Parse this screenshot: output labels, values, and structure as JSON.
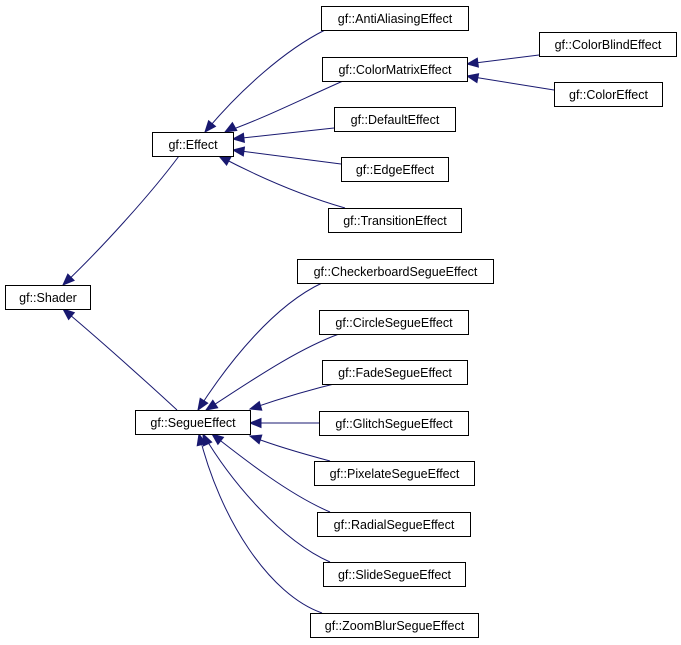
{
  "diagram": {
    "type": "class-inheritance-graph",
    "colors": {
      "edge": "#191970",
      "node_border": "#000000",
      "node_fill": "#ffffff",
      "text": "#000000"
    },
    "nodes": [
      {
        "id": "shader",
        "label": "gf::Shader"
      },
      {
        "id": "effect",
        "label": "gf::Effect"
      },
      {
        "id": "segue",
        "label": "gf::SegueEffect"
      },
      {
        "id": "antialias",
        "label": "gf::AntiAliasingEffect"
      },
      {
        "id": "colormatrix",
        "label": "gf::ColorMatrixEffect"
      },
      {
        "id": "default",
        "label": "gf::DefaultEffect"
      },
      {
        "id": "edge",
        "label": "gf::EdgeEffect"
      },
      {
        "id": "transition",
        "label": "gf::TransitionEffect"
      },
      {
        "id": "colorblind",
        "label": "gf::ColorBlindEffect"
      },
      {
        "id": "color",
        "label": "gf::ColorEffect"
      },
      {
        "id": "checkerboard",
        "label": "gf::CheckerboardSegueEffect"
      },
      {
        "id": "circle",
        "label": "gf::CircleSegueEffect"
      },
      {
        "id": "fade",
        "label": "gf::FadeSegueEffect"
      },
      {
        "id": "glitch",
        "label": "gf::GlitchSegueEffect"
      },
      {
        "id": "pixelate",
        "label": "gf::PixelateSegueEffect"
      },
      {
        "id": "radial",
        "label": "gf::RadialSegueEffect"
      },
      {
        "id": "slide",
        "label": "gf::SlideSegueEffect"
      },
      {
        "id": "zoomblur",
        "label": "gf::ZoomBlurSegueEffect"
      }
    ],
    "edges": [
      {
        "from": "effect",
        "to": "shader"
      },
      {
        "from": "segue",
        "to": "shader"
      },
      {
        "from": "antialias",
        "to": "effect"
      },
      {
        "from": "colormatrix",
        "to": "effect"
      },
      {
        "from": "default",
        "to": "effect"
      },
      {
        "from": "edge",
        "to": "effect"
      },
      {
        "from": "transition",
        "to": "effect"
      },
      {
        "from": "colorblind",
        "to": "colormatrix"
      },
      {
        "from": "color",
        "to": "colormatrix"
      },
      {
        "from": "checkerboard",
        "to": "segue"
      },
      {
        "from": "circle",
        "to": "segue"
      },
      {
        "from": "fade",
        "to": "segue"
      },
      {
        "from": "glitch",
        "to": "segue"
      },
      {
        "from": "pixelate",
        "to": "segue"
      },
      {
        "from": "radial",
        "to": "segue"
      },
      {
        "from": "slide",
        "to": "segue"
      },
      {
        "from": "zoomblur",
        "to": "segue"
      }
    ]
  }
}
